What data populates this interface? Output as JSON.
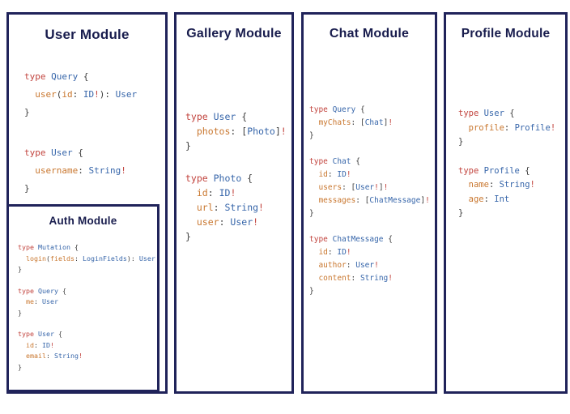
{
  "colors": {
    "background": "#ffffff",
    "panel_border": "#20235a",
    "title": "#181c4d",
    "code_keyword": "#c2443e",
    "code_type": "#3766aa",
    "code_field": "#c9772f",
    "code_punct": "#3d3d3d"
  },
  "panels": [
    {
      "id": "user-module",
      "title": "User Module",
      "blocks": [
        [
          [
            [
              "type ",
              "k"
            ],
            [
              "Query ",
              "t"
            ],
            [
              "{",
              "p"
            ]
          ],
          [
            [
              "  ",
              "p"
            ],
            [
              "user",
              "f"
            ],
            [
              "(",
              "p"
            ],
            [
              "id",
              "f"
            ],
            [
              ": ",
              "p"
            ],
            [
              "ID",
              "t"
            ],
            [
              "!",
              "k"
            ],
            [
              "): ",
              "p"
            ],
            [
              "User",
              "t"
            ]
          ],
          [
            [
              "}",
              "p"
            ]
          ]
        ],
        [
          [
            [
              "type ",
              "k"
            ],
            [
              "User ",
              "t"
            ],
            [
              "{",
              "p"
            ]
          ],
          [
            [
              "  ",
              "p"
            ],
            [
              "username",
              "f"
            ],
            [
              ": ",
              "p"
            ],
            [
              "String",
              "t"
            ],
            [
              "!",
              "k"
            ]
          ],
          [
            [
              "}",
              "p"
            ]
          ]
        ]
      ]
    },
    {
      "id": "auth-module",
      "title": "Auth Module",
      "blocks": [
        [
          [
            [
              "type ",
              "k"
            ],
            [
              "Mutation ",
              "t"
            ],
            [
              "{",
              "p"
            ]
          ],
          [
            [
              "  ",
              "p"
            ],
            [
              "login",
              "f"
            ],
            [
              "(",
              "p"
            ],
            [
              "fields",
              "f"
            ],
            [
              ": ",
              "p"
            ],
            [
              "LoginFields",
              "t"
            ],
            [
              "): ",
              "p"
            ],
            [
              "User",
              "t"
            ]
          ],
          [
            [
              "}",
              "p"
            ]
          ]
        ],
        [
          [
            [
              "type ",
              "k"
            ],
            [
              "Query ",
              "t"
            ],
            [
              "{",
              "p"
            ]
          ],
          [
            [
              "  ",
              "p"
            ],
            [
              "me",
              "f"
            ],
            [
              ": ",
              "p"
            ],
            [
              "User",
              "t"
            ]
          ],
          [
            [
              "}",
              "p"
            ]
          ]
        ],
        [
          [
            [
              "type ",
              "k"
            ],
            [
              "User ",
              "t"
            ],
            [
              "{",
              "p"
            ]
          ],
          [
            [
              "  ",
              "p"
            ],
            [
              "id",
              "f"
            ],
            [
              ": ",
              "p"
            ],
            [
              "ID",
              "t"
            ],
            [
              "!",
              "k"
            ]
          ],
          [
            [
              "  ",
              "p"
            ],
            [
              "email",
              "f"
            ],
            [
              ": ",
              "p"
            ],
            [
              "String",
              "t"
            ],
            [
              "!",
              "k"
            ]
          ],
          [
            [
              "}",
              "p"
            ]
          ]
        ]
      ]
    },
    {
      "id": "gallery-module",
      "title": "Gallery Module",
      "blocks": [
        [
          [
            [
              "type ",
              "k"
            ],
            [
              "User ",
              "t"
            ],
            [
              "{",
              "p"
            ]
          ],
          [
            [
              "  ",
              "p"
            ],
            [
              "photos",
              "f"
            ],
            [
              ": ",
              "p"
            ],
            [
              "[",
              "p"
            ],
            [
              "Photo",
              "t"
            ],
            [
              "]",
              "p"
            ],
            [
              "!",
              "k"
            ]
          ],
          [
            [
              "}",
              "p"
            ]
          ]
        ],
        [
          [
            [
              "type ",
              "k"
            ],
            [
              "Photo ",
              "t"
            ],
            [
              "{",
              "p"
            ]
          ],
          [
            [
              "  ",
              "p"
            ],
            [
              "id",
              "f"
            ],
            [
              ": ",
              "p"
            ],
            [
              "ID",
              "t"
            ],
            [
              "!",
              "k"
            ]
          ],
          [
            [
              "  ",
              "p"
            ],
            [
              "url",
              "f"
            ],
            [
              ": ",
              "p"
            ],
            [
              "String",
              "t"
            ],
            [
              "!",
              "k"
            ]
          ],
          [
            [
              "  ",
              "p"
            ],
            [
              "user",
              "f"
            ],
            [
              ": ",
              "p"
            ],
            [
              "User",
              "t"
            ],
            [
              "!",
              "k"
            ]
          ],
          [
            [
              "}",
              "p"
            ]
          ]
        ]
      ]
    },
    {
      "id": "chat-module",
      "title": "Chat Module",
      "blocks": [
        [
          [
            [
              "type ",
              "k"
            ],
            [
              "Query ",
              "t"
            ],
            [
              "{",
              "p"
            ]
          ],
          [
            [
              "  ",
              "p"
            ],
            [
              "myChats",
              "f"
            ],
            [
              ": ",
              "p"
            ],
            [
              "[",
              "p"
            ],
            [
              "Chat",
              "t"
            ],
            [
              "]",
              "p"
            ],
            [
              "!",
              "k"
            ]
          ],
          [
            [
              "}",
              "p"
            ]
          ]
        ],
        [
          [
            [
              "type ",
              "k"
            ],
            [
              "Chat ",
              "t"
            ],
            [
              "{",
              "p"
            ]
          ],
          [
            [
              "  ",
              "p"
            ],
            [
              "id",
              "f"
            ],
            [
              ": ",
              "p"
            ],
            [
              "ID",
              "t"
            ],
            [
              "!",
              "k"
            ]
          ],
          [
            [
              "  ",
              "p"
            ],
            [
              "users",
              "f"
            ],
            [
              ": ",
              "p"
            ],
            [
              "[",
              "p"
            ],
            [
              "User",
              "t"
            ],
            [
              "!",
              "k"
            ],
            [
              "]",
              "p"
            ],
            [
              "!",
              "k"
            ]
          ],
          [
            [
              "  ",
              "p"
            ],
            [
              "messages",
              "f"
            ],
            [
              ": ",
              "p"
            ],
            [
              "[",
              "p"
            ],
            [
              "ChatMessage",
              "t"
            ],
            [
              "]",
              "p"
            ],
            [
              "!",
              "k"
            ]
          ],
          [
            [
              "}",
              "p"
            ]
          ]
        ],
        [
          [
            [
              "type ",
              "k"
            ],
            [
              "ChatMessage ",
              "t"
            ],
            [
              "{",
              "p"
            ]
          ],
          [
            [
              "  ",
              "p"
            ],
            [
              "id",
              "f"
            ],
            [
              ": ",
              "p"
            ],
            [
              "ID",
              "t"
            ],
            [
              "!",
              "k"
            ]
          ],
          [
            [
              "  ",
              "p"
            ],
            [
              "author",
              "f"
            ],
            [
              ": ",
              "p"
            ],
            [
              "User",
              "t"
            ],
            [
              "!",
              "k"
            ]
          ],
          [
            [
              "  ",
              "p"
            ],
            [
              "content",
              "f"
            ],
            [
              ": ",
              "p"
            ],
            [
              "String",
              "t"
            ],
            [
              "!",
              "k"
            ]
          ],
          [
            [
              "}",
              "p"
            ]
          ]
        ]
      ]
    },
    {
      "id": "profile-module",
      "title": "Profile Module",
      "blocks": [
        [
          [
            [
              "type ",
              "k"
            ],
            [
              "User ",
              "t"
            ],
            [
              "{",
              "p"
            ]
          ],
          [
            [
              "  ",
              "p"
            ],
            [
              "profile",
              "f"
            ],
            [
              ": ",
              "p"
            ],
            [
              "Profile",
              "t"
            ],
            [
              "!",
              "k"
            ]
          ],
          [
            [
              "}",
              "p"
            ]
          ]
        ],
        [
          [
            [
              "type ",
              "k"
            ],
            [
              "Profile ",
              "t"
            ],
            [
              "{",
              "p"
            ]
          ],
          [
            [
              "  ",
              "p"
            ],
            [
              "name",
              "f"
            ],
            [
              ": ",
              "p"
            ],
            [
              "String",
              "t"
            ],
            [
              "!",
              "k"
            ]
          ],
          [
            [
              "  ",
              "p"
            ],
            [
              "age",
              "f"
            ],
            [
              ": ",
              "p"
            ],
            [
              "Int",
              "t"
            ]
          ],
          [
            [
              "}",
              "p"
            ]
          ]
        ]
      ]
    }
  ]
}
